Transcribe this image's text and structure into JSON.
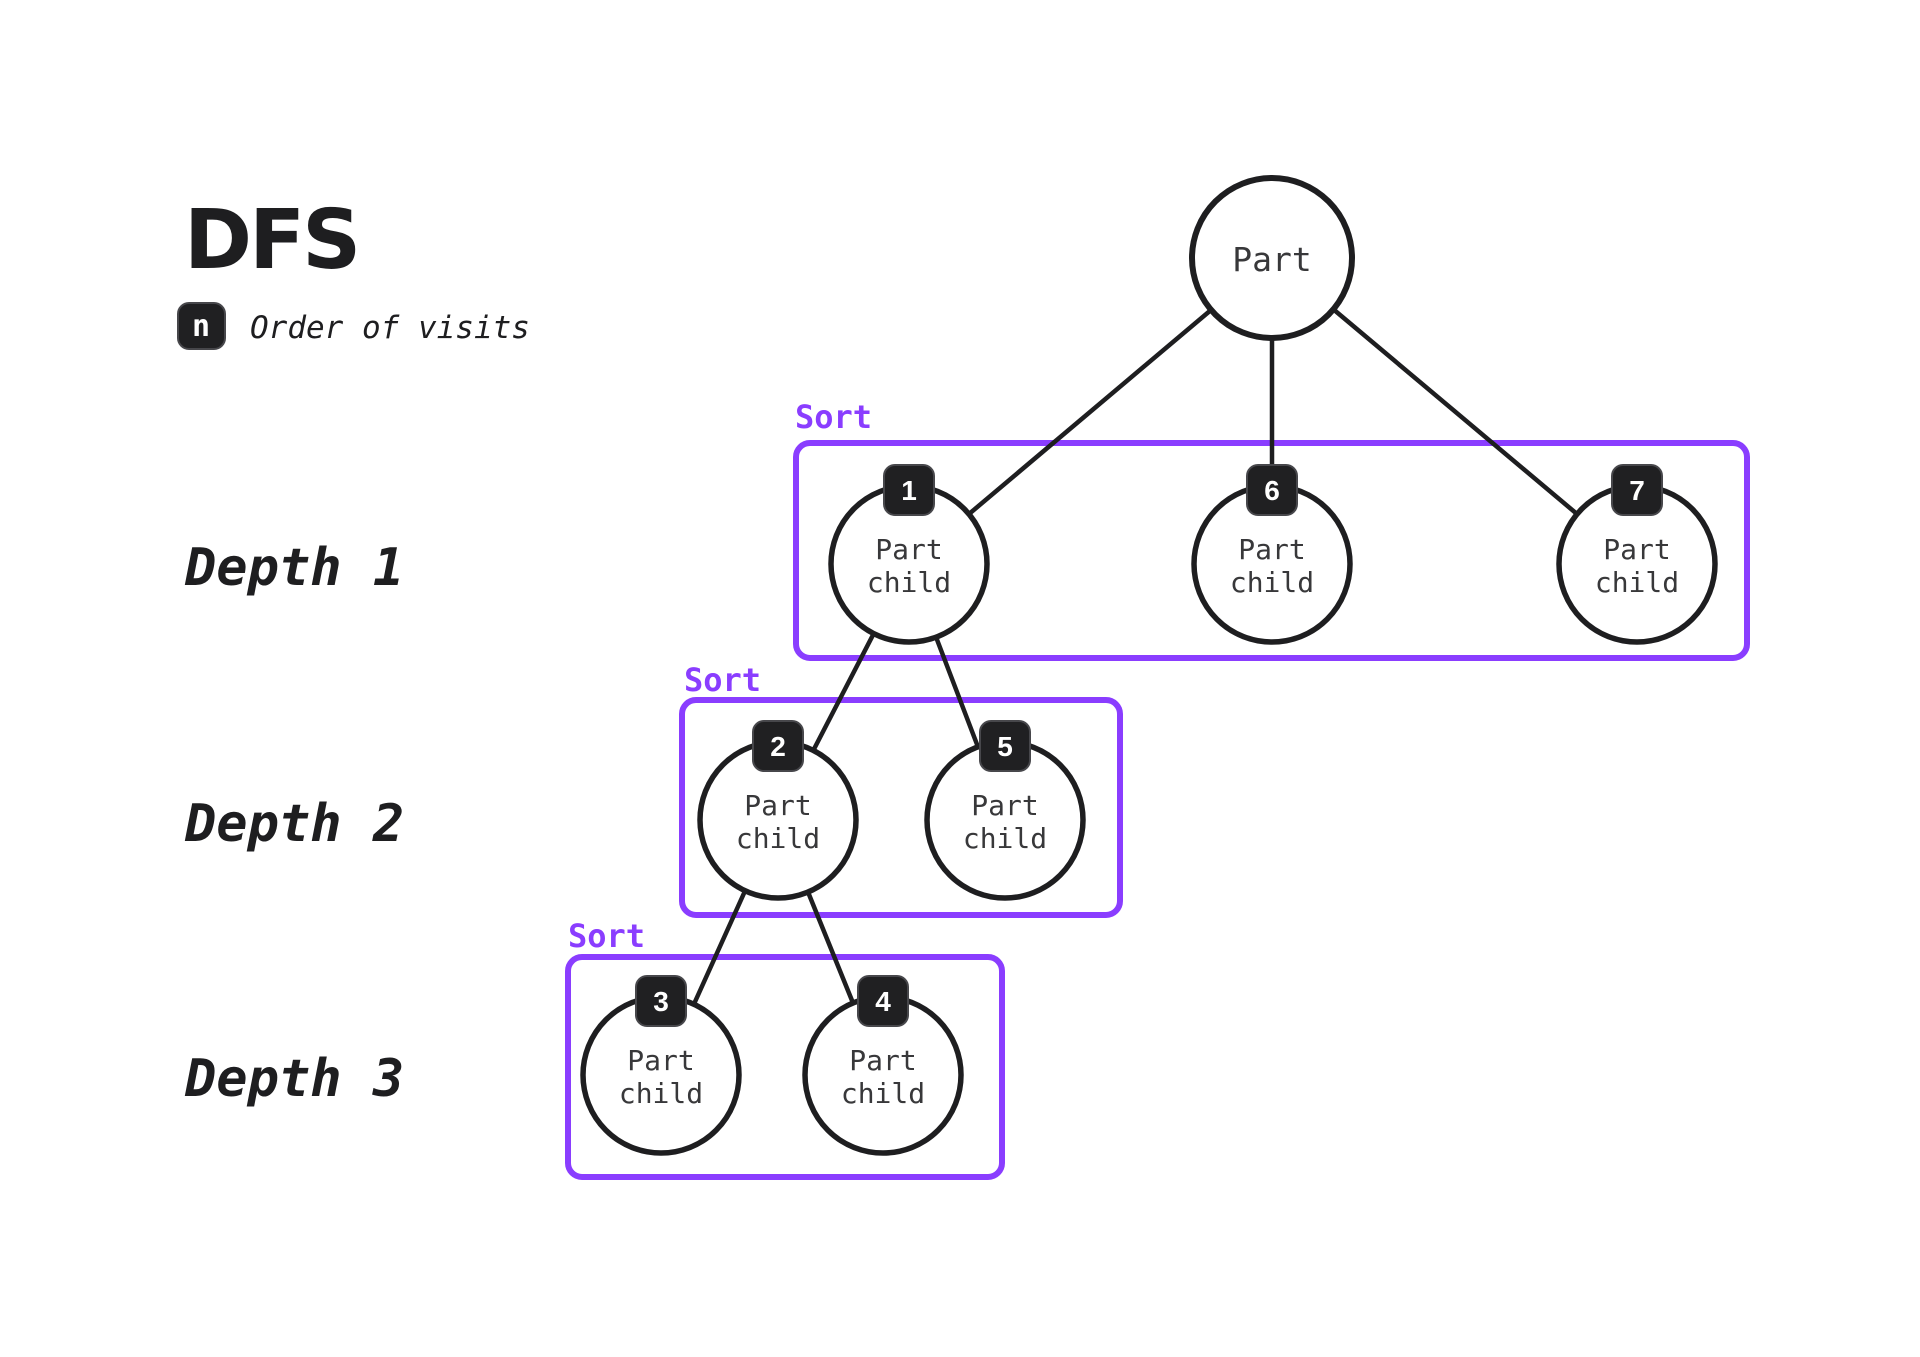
{
  "title": "DFS",
  "legend": {
    "badge": "n",
    "label": "Order of visits"
  },
  "colors": {
    "accent": "#8a3dff",
    "ink": "#1e1e20",
    "node_text": "#38383a",
    "badge_bg": "#202022",
    "badge_text": "#ffffff",
    "background": "#ffffff"
  },
  "root": {
    "label": "Part"
  },
  "depths": [
    {
      "label": "Depth 1",
      "sort": "Sort",
      "nodes": [
        {
          "order": "1",
          "line1": "Part",
          "line2": "child"
        },
        {
          "order": "6",
          "line1": "Part",
          "line2": "child"
        },
        {
          "order": "7",
          "line1": "Part",
          "line2": "child"
        }
      ]
    },
    {
      "label": "Depth 2",
      "sort": "Sort",
      "nodes": [
        {
          "order": "2",
          "line1": "Part",
          "line2": "child"
        },
        {
          "order": "5",
          "line1": "Part",
          "line2": "child"
        }
      ]
    },
    {
      "label": "Depth 3",
      "sort": "Sort",
      "nodes": [
        {
          "order": "3",
          "line1": "Part",
          "line2": "child"
        },
        {
          "order": "4",
          "line1": "Part",
          "line2": "child"
        }
      ]
    }
  ]
}
